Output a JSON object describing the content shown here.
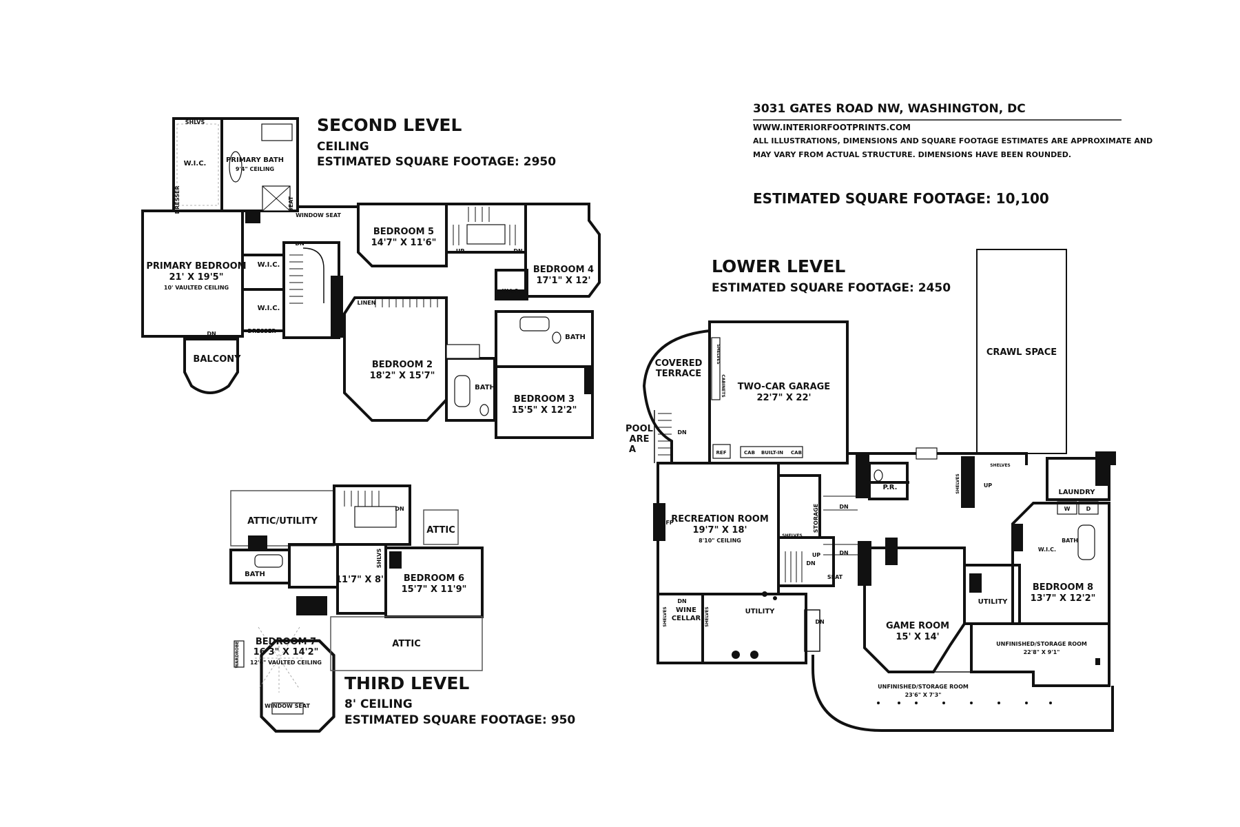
{
  "header": {
    "address": "3031 GATES ROAD NW, WASHINGTON, DC",
    "website": "WWW.INTERIORFOOTPRINTS.COM",
    "disclaimer_line1": "ALL ILLUSTRATIONS, DIMENSIONS AND SQUARE FOOTAGE ESTIMATES ARE APPROXIMATE AND",
    "disclaimer_line2": "MAY VARY FROM ACTUAL STRUCTURE. DIMENSIONS HAVE BEEN ROUNDED.",
    "total_sqft": "ESTIMATED SQUARE FOOTAGE: 10,100"
  },
  "second_level": {
    "title": "SECOND LEVEL",
    "ceiling": "CEILING",
    "sqft": "ESTIMATED SQUARE FOOTAGE: 2950",
    "rooms": {
      "primary_bedroom": {
        "name": "PRIMARY BEDROOM",
        "dim": "21' X 19'5\"",
        "note": "10' VAULTED CEILING"
      },
      "primary_bath": {
        "name": "PRIMARY BATH",
        "note": "9'4\" CEILING"
      },
      "wic1": "W.I.C.",
      "wic2": "W.I.C.",
      "wic3": "W.I.C.",
      "wic4": "W.I.C.",
      "shlvs": "SHLVS",
      "dresser1": "DRESSER",
      "dresser2": "DRESSER",
      "seat": "SEAT",
      "window_seat": "WINDOW SEAT",
      "balcony": "BALCONY",
      "bedroom5": {
        "name": "BEDROOM 5",
        "dim": "14'7\" X 11'6\""
      },
      "bedroom4": {
        "name": "BEDROOM 4",
        "dim": "17'1\" X 12'"
      },
      "bedroom2": {
        "name": "BEDROOM 2",
        "dim": "18'2\" X 15'7\""
      },
      "bedroom3": {
        "name": "BEDROOM 3",
        "dim": "15'5\" X 12'2\""
      },
      "bath1": "BATH",
      "bath2": "BATH",
      "linen": "LINEN",
      "dn1": "DN",
      "dn2": "DN",
      "dn3": "DN",
      "up1": "UP"
    }
  },
  "third_level": {
    "title": "THIRD LEVEL",
    "ceiling": "8' CEILING",
    "sqft": "ESTIMATED SQUARE FOOTAGE: 950",
    "rooms": {
      "attic_utility": "ATTIC/UTILITY",
      "attic1": "ATTIC",
      "attic2": "ATTIC",
      "bath": "BATH",
      "hall_dim": "11'7\" X 8'",
      "bedroom6": {
        "name": "BEDROOM 6",
        "dim": "15'7\" X 11'9\""
      },
      "bedroom7": {
        "name": "BEDROOM 7",
        "dim": "16'3\" X 14'2\"",
        "note": "12'6\" VAULTED CEILING"
      },
      "window_seat": "WINDOW SEAT",
      "wardrobe": "WARDROBE",
      "shlvs": "SHLVS",
      "dn": "DN"
    }
  },
  "lower_level": {
    "title": "LOWER LEVEL",
    "sqft": "ESTIMATED SQUARE FOOTAGE: 2450",
    "rooms": {
      "covered_terrace": {
        "line1": "COVERED",
        "line2": "TERRACE"
      },
      "pool_area": {
        "line1": "POOL",
        "line2": "ARE",
        "line3": "A"
      },
      "garage": {
        "name": "TWO-CAR GARAGE",
        "dim": "22'7\" X 22'"
      },
      "shelves1": "SHELVES",
      "cabinets": "CABINETS",
      "ref": "REF",
      "cab1": "CAB",
      "built_in": "BUILT-IN",
      "cab2": "CAB",
      "crawl_space": "CRAWL SPACE",
      "recreation": {
        "name": "RECREATION ROOM",
        "dim": "19'7\" X 18'",
        "note": "8'10\" CEILING"
      },
      "fp": "FP",
      "storage": "STORAGE",
      "shelves2": "SHELVES",
      "shelves3": "SHELVES",
      "shelves4": "SHELVES",
      "shelves5": "SHELVES",
      "pr": "P.R.",
      "laundry": "LAUNDRY",
      "washer": "W",
      "dryer": "D",
      "wic": "W.I.C.",
      "bath": "BATH",
      "bedroom8": {
        "name": "BEDROOM 8",
        "dim": "13'7\" X 12'2\""
      },
      "utility1": "UTILITY",
      "utility2": "UTILITY",
      "wine_cellar": {
        "line1": "WINE",
        "line2": "CELLAR"
      },
      "shelves_wine1": "SHELVES",
      "shelves_wine2": "SHELVES",
      "seat": "SEAT",
      "game_room": {
        "name": "GAME ROOM",
        "dim": "15' X 14'"
      },
      "unfinished1": {
        "name": "UNFINISHED/STORAGE ROOM",
        "dim": "22'8\" X 9'1\""
      },
      "unfinished2": {
        "name": "UNFINISHED/STORAGE ROOM",
        "dim": "23'6\" X 7'3\""
      },
      "dn1": "DN",
      "dn2": "DN",
      "dn3": "DN",
      "dn4": "DN",
      "dn5": "DN",
      "dn6": "DN",
      "up1": "UP",
      "up2": "UP"
    }
  }
}
